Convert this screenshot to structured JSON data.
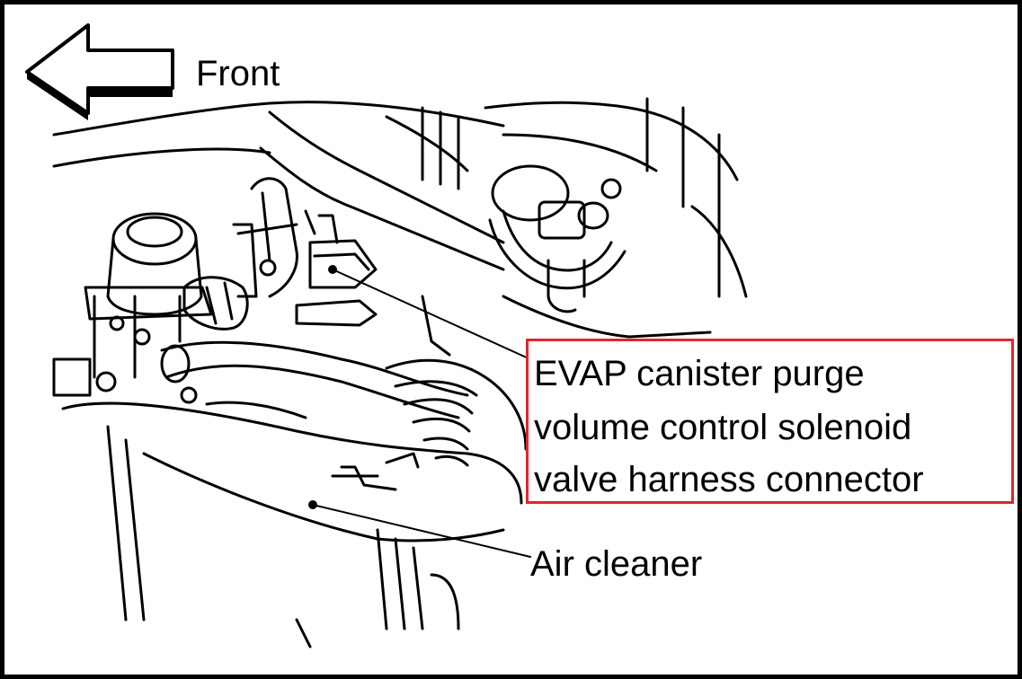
{
  "labels": {
    "front": "Front",
    "air_cleaner": "Air cleaner"
  },
  "callout": {
    "lines": [
      "EVAP canister purge",
      "volume control solenoid",
      "valve harness connector"
    ],
    "border_color": "#e0262b"
  },
  "icons": {
    "direction_arrow": "arrow-left-icon"
  }
}
